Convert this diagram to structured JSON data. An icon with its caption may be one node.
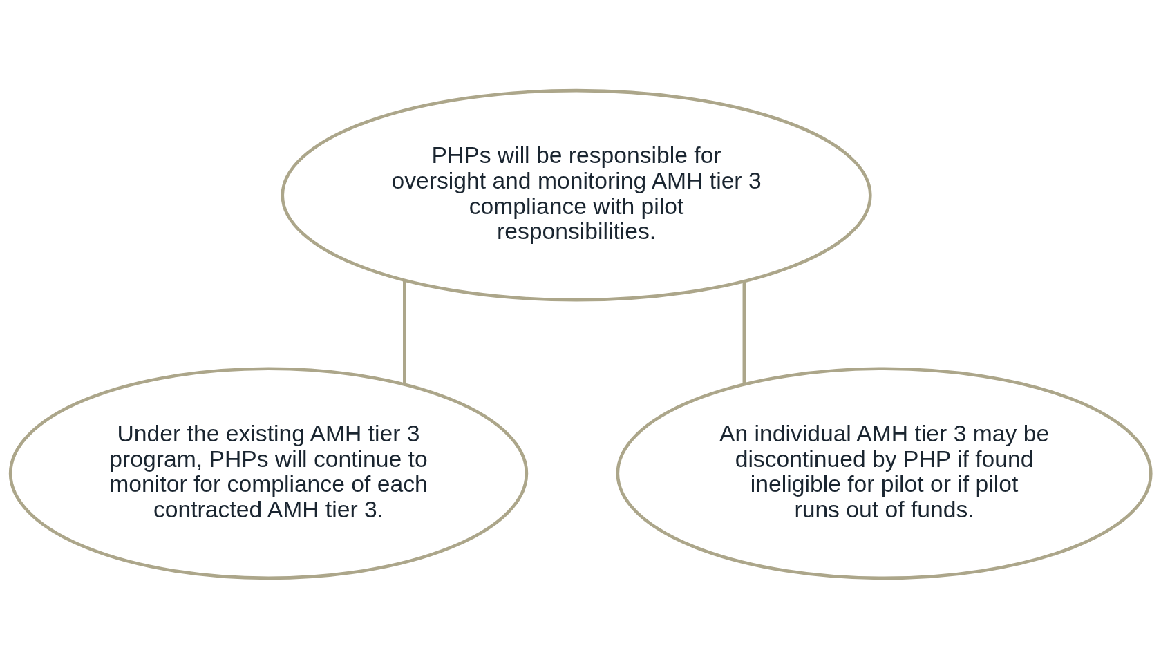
{
  "diagram": {
    "nodes": [
      {
        "text": [
          "PHPs will be responsible for oversight and monitoring AMH tier 3 compliance with pilot responsibilities."
        ]
      },
      {
        "text": [
          "Under the existing AMH tier 3 program, PHPs will continue to monitor for compliance of each contracted AMH tier 3."
        ]
      },
      {
        "text": [
          "An individual AMH tier 3 may be discontinued by PHP if found ineligible for pilot or if pilot runs out of funds."
        ]
      }
    ],
    "edges": [
      {
        "from": 0,
        "to": 1,
        "arrow": "none"
      },
      {
        "from": 0,
        "to": 2,
        "arrow": "none"
      }
    ]
  }
}
